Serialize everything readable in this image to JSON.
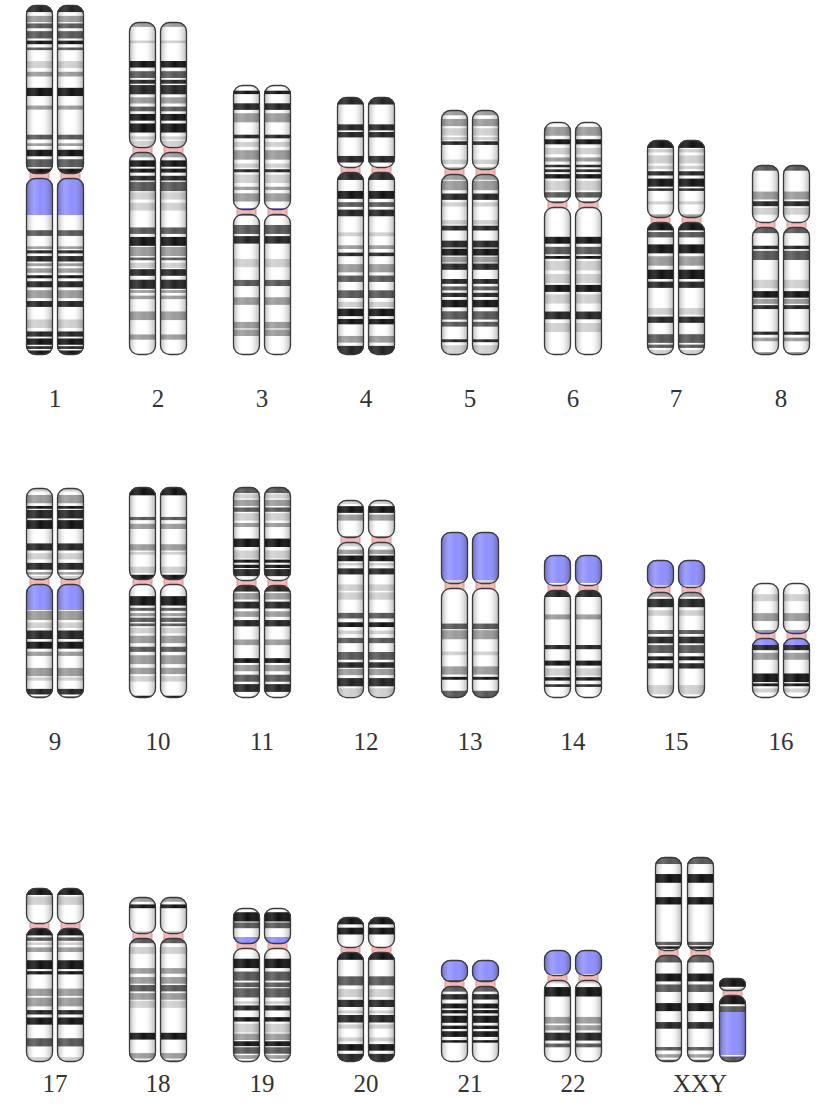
{
  "diagram": {
    "labels": [
      "1",
      "2",
      "3",
      "4",
      "5",
      "6",
      "7",
      "8",
      "9",
      "10",
      "11",
      "12",
      "13",
      "14",
      "15",
      "16",
      "17",
      "18",
      "19",
      "20",
      "21",
      "22",
      "XXY"
    ]
  }
}
